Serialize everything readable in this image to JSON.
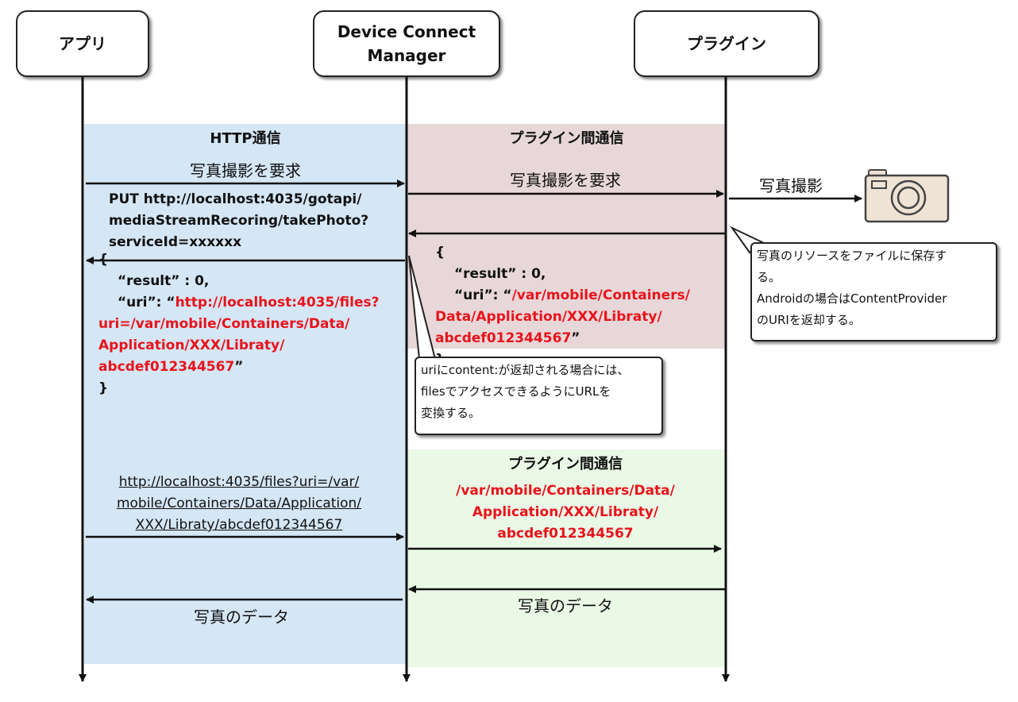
{
  "actors": {
    "app": "アプリ",
    "manager_line1": "Device Connect",
    "manager_line2": "Manager",
    "plugin": "プラグイン"
  },
  "sections": {
    "http": "HTTP通信",
    "plugin_comm_top": "プラグイン間通信",
    "plugin_comm_bottom": "プラグイン間通信"
  },
  "messages": {
    "request_photo_app": "写真撮影を要求",
    "request_photo_plugin": "写真撮影を要求",
    "take_photo": "写真撮影",
    "photo_data_plugin": "写真のデータ",
    "photo_data_app": "写真のデータ"
  },
  "request": {
    "line1": "PUT http://localhost:4035/gotapi/",
    "line2": "mediaStreamRecoring/takePhoto?",
    "line3": "serviceId=xxxxxx"
  },
  "response_app": {
    "open": "{",
    "result": "“result” : 0,",
    "uri_key": "“uri”: “",
    "uri_red1": "http://localhost:4035/files?",
    "uri_red2": "uri=/var/mobile/Containers/Data/",
    "uri_red3": "Application/XXX/Libraty/",
    "uri_red4": "abcdef012344567",
    "uri_end": "”",
    "close": "}"
  },
  "response_plugin": {
    "open": "{",
    "result": "“result” : 0,",
    "uri_key": "“uri”: “",
    "uri_red1": "/var/mobile/Containers/",
    "uri_red2": "Data/Application/XXX/Libraty/",
    "uri_red3": "abcdef012344567",
    "uri_end": "”",
    "close": "}"
  },
  "notes": {
    "plugin_note_line1": "写真のリソースをファイルに保存す",
    "plugin_note_line2": "る。",
    "plugin_note_line3": "Androidの場合はContentProvider",
    "plugin_note_line4": "のURIを返却する。",
    "manager_note_line1": "uriにcontent:が返却される場合には、",
    "manager_note_line2": "filesでアクセスできるようにURLを",
    "manager_note_line3": "変換する。"
  },
  "files_request": {
    "line1": "http://localhost:4035/files?uri=/var/",
    "line2": "mobile/Containers/Data/Application/",
    "line3": "XXX/Libraty/abcdef012344567"
  },
  "plugin_path": {
    "line1": "/var/mobile/Containers/Data/",
    "line2": "Application/XXX/Libraty/",
    "line3": "abcdef012344567"
  },
  "colors": {
    "http_bg": "#d5e6f5",
    "plugin_top_bg": "#e8d7d9",
    "plugin_bottom_bg": "#eaf8e6",
    "accent_red": "#e8131b",
    "camera": "#efe3d6"
  }
}
